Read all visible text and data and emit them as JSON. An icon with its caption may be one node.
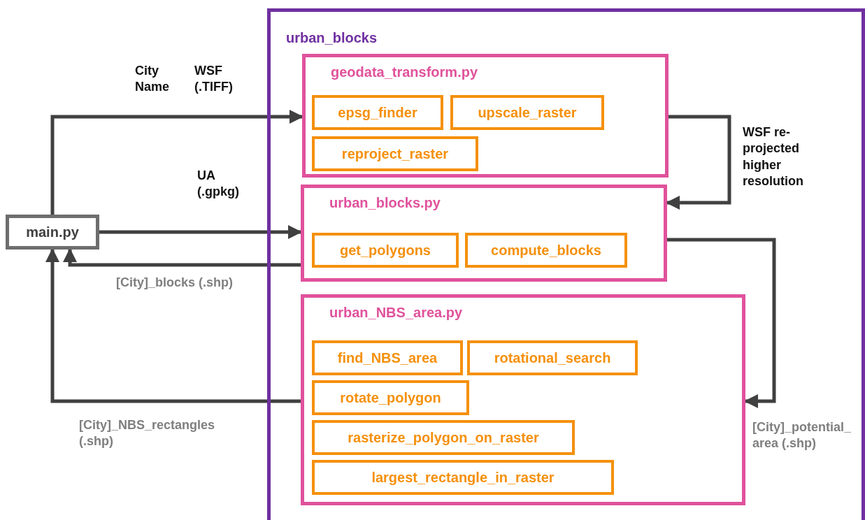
{
  "diagram": {
    "nodes": [
      {
        "text": [
          "main.py"
        ]
      },
      {
        "text": [
          "urban_blocks"
        ]
      },
      {
        "text": [
          "geodata_transform.py"
        ],
        "in": 1
      },
      {
        "text": [
          "epsg_finder"
        ],
        "in": 2
      },
      {
        "text": [
          "upscale_raster"
        ],
        "in": 2
      },
      {
        "text": [
          "reproject_raster"
        ],
        "in": 2
      },
      {
        "text": [
          "urban_blocks.py"
        ],
        "in": 1
      },
      {
        "text": [
          "get_polygons"
        ],
        "in": 6
      },
      {
        "text": [
          "compute_blocks"
        ],
        "in": 6
      },
      {
        "text": [
          "urban_NBS_area.py"
        ],
        "in": 1
      },
      {
        "text": [
          "find_NBS_area"
        ],
        "in": 9
      },
      {
        "text": [
          "rotational_search"
        ],
        "in": 9
      },
      {
        "text": [
          "rotate_polygon"
        ],
        "in": 9
      },
      {
        "text": [
          "rasterize_polygon_on_raster"
        ],
        "in": 9
      },
      {
        "text": [
          "largest_rectangle_in_raster"
        ],
        "in": 9
      }
    ],
    "edges": [
      {
        "from": 0,
        "to": 2,
        "arrow": "to"
      },
      {
        "from": 0,
        "to": 6,
        "arrow": "to",
        "label": "UA (.gpkg)"
      },
      {
        "from": 6,
        "to": 0,
        "arrow": "to",
        "label": "[City]_blocks (.shp)"
      },
      {
        "from": 9,
        "to": 0,
        "arrow": "to",
        "label": "[City]_NBS_rectangles (.shp)"
      },
      {
        "from": 2,
        "to": 6,
        "arrow": "to",
        "label": "WSF re-projected higher resolution"
      },
      {
        "from": 6,
        "to": 9,
        "arrow": "to",
        "label": "[City]_potential_area (.shp)"
      }
    ],
    "labels": [
      "City Name",
      "WSF (.TIFF)"
    ]
  }
}
